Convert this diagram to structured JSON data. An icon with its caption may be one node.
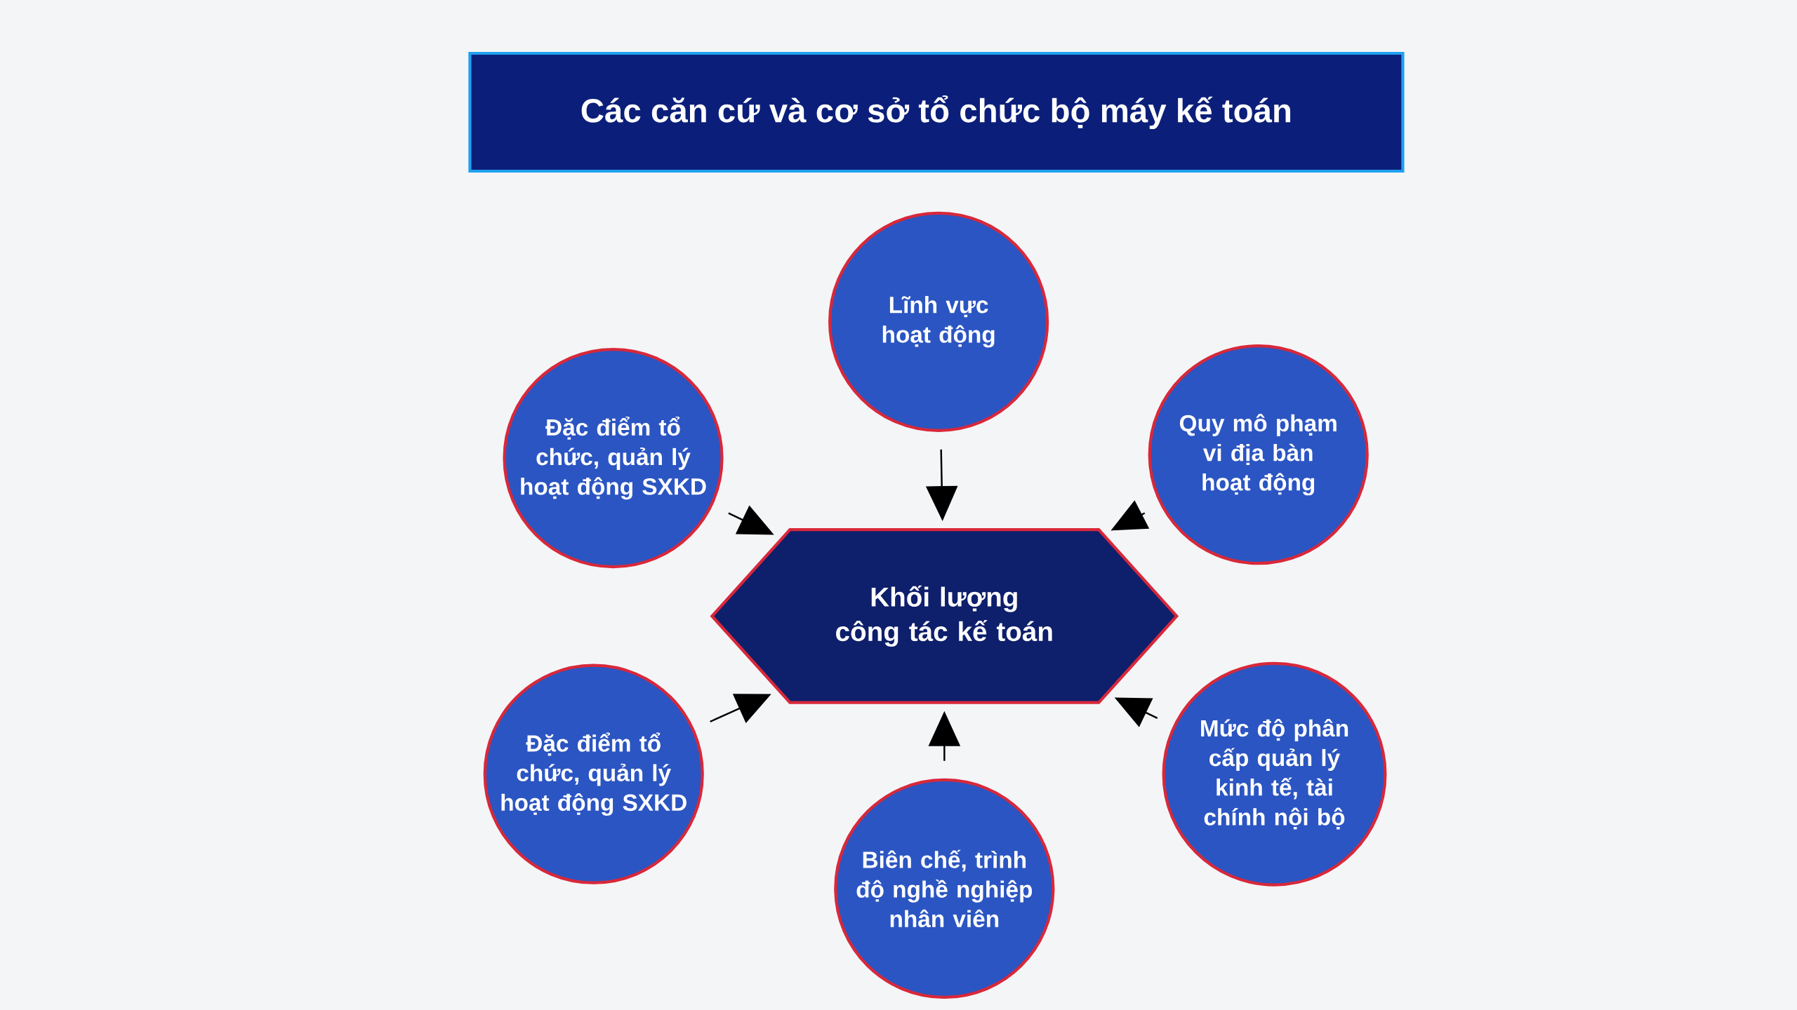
{
  "diagram": {
    "title": "Các căn cứ và cơ sở tổ chức bộ máy kế toán",
    "nodes": [
      {
        "text": [
          "Lĩnh vực hoạt động"
        ]
      },
      {
        "text": [
          "Đặc điểm tổ chức, quản lý hoạt động SXKD"
        ]
      },
      {
        "text": [
          "Quy mô phạm vi địa bàn hoạt động"
        ]
      },
      {
        "text": [
          "Khối lượng công tác kế toán"
        ]
      },
      {
        "text": [
          "Đặc điểm tổ chức, quản lý hoạt động SXKD"
        ]
      },
      {
        "text": [
          "Mức độ phân cấp quản lý kinh tế, tài chính nội bộ"
        ]
      },
      {
        "text": [
          "Biên chế, trình độ nghề nghiệp nhân viên"
        ]
      }
    ],
    "edges": [
      {
        "from": 0,
        "to": 3,
        "arrow": "to"
      },
      {
        "from": 1,
        "to": 3,
        "arrow": "to"
      },
      {
        "from": 2,
        "to": 3,
        "arrow": "to"
      },
      {
        "from": 4,
        "to": 3,
        "arrow": "to"
      },
      {
        "from": 5,
        "to": 3,
        "arrow": "to"
      },
      {
        "from": 6,
        "to": 3,
        "arrow": "to"
      }
    ]
  }
}
